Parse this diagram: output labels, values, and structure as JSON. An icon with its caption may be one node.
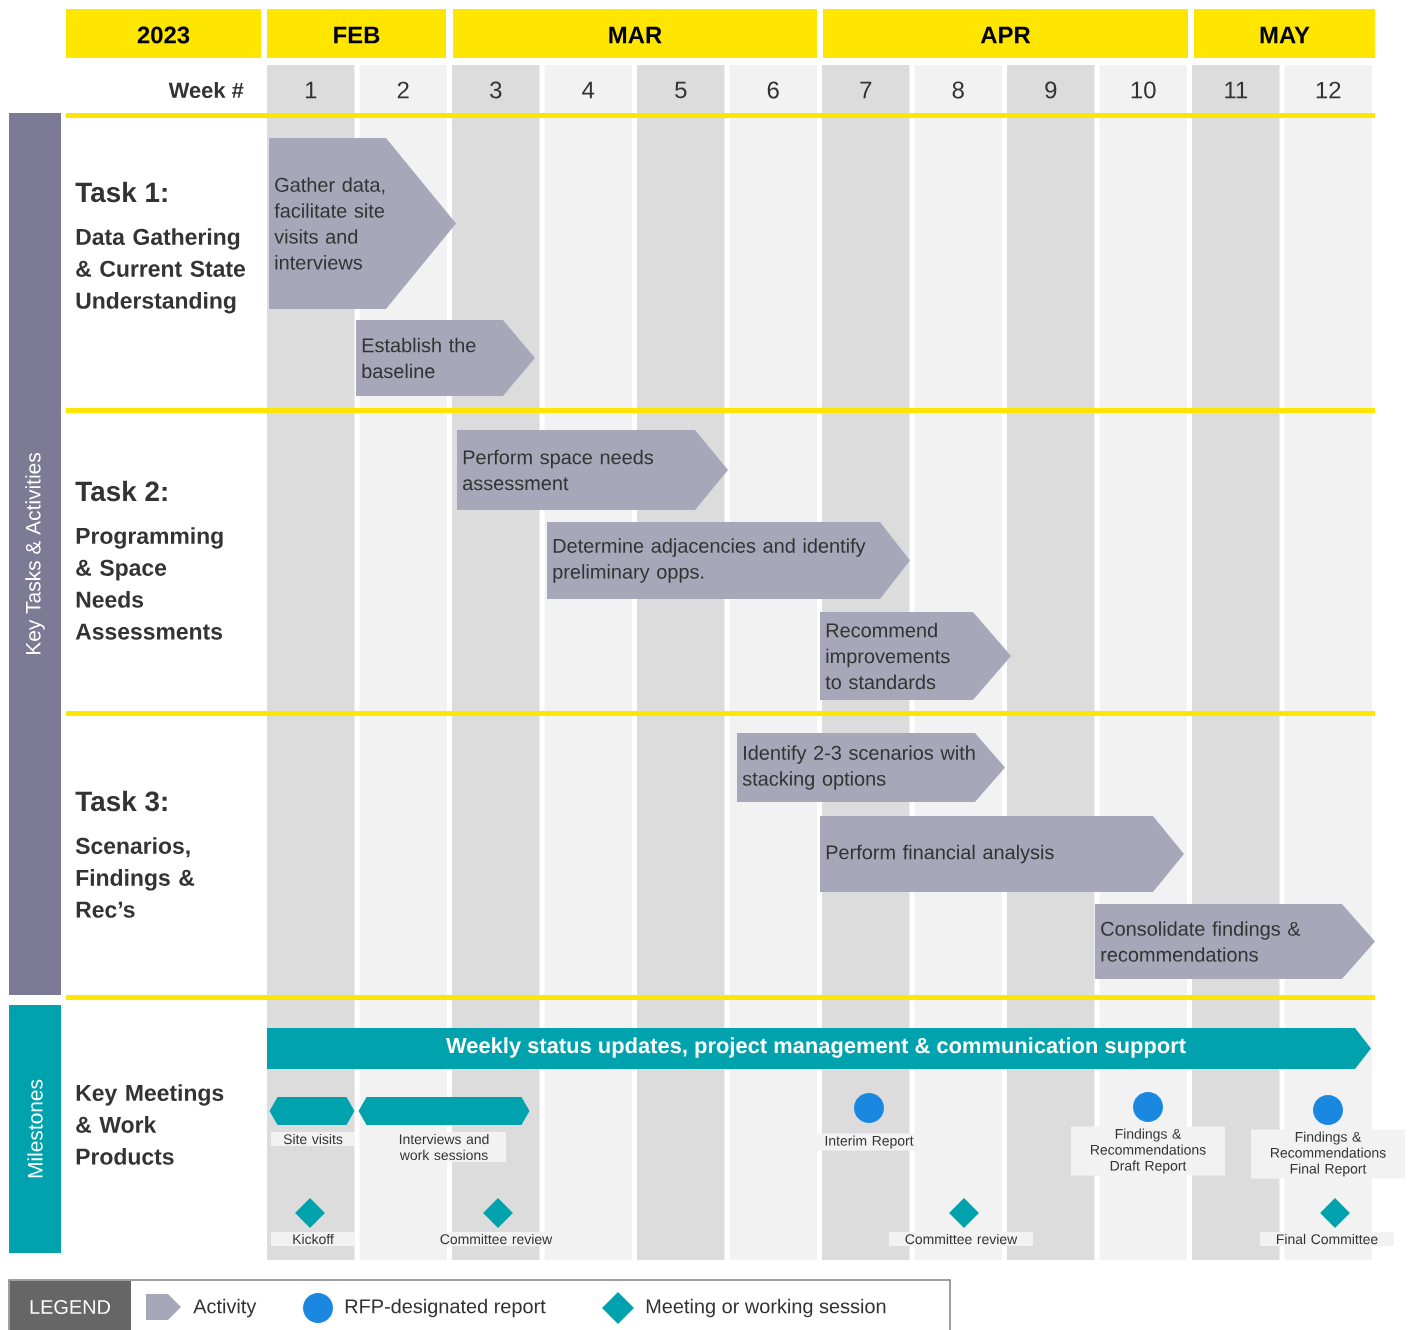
{
  "diagram": {
    "nodes": [
      {
        "text": [
          "2023"
        ]
      },
      {
        "text": [
          "FEB"
        ]
      },
      {
        "text": [
          "MAR"
        ]
      },
      {
        "text": [
          "APR"
        ]
      },
      {
        "text": [
          "MAY"
        ]
      },
      {
        "text": [
          "Key Tasks & Activities"
        ]
      },
      {
        "text": [
          "Milestones"
        ]
      },
      {
        "text": [
          "Gather data, facilitate site visits and interviews"
        ]
      },
      {
        "text": [
          "Establish the baseline"
        ]
      },
      {
        "text": [
          "Perform space needs assessment"
        ]
      },
      {
        "text": [
          "Determine adjacencies and identify preliminary opps."
        ]
      },
      {
        "text": [
          "Recommend improvements to standards"
        ]
      },
      {
        "text": [
          "Identify 2-3 scenarios with stacking options"
        ]
      },
      {
        "text": [
          "Perform financial analysis"
        ]
      },
      {
        "text": [
          "Consolidate findings & recommendations"
        ]
      },
      {
        "text": [
          "Weekly status updates, project management & communication support"
        ]
      },
      {
        "text": [],
        "shape": "hexagon",
        "beside": [
          "Site visits"
        ]
      },
      {
        "text": [],
        "shape": "hexagon",
        "beside": [
          "Interviews and work sessions"
        ]
      },
      {
        "text": [],
        "shape": "circle",
        "beside": [
          "Interim Report"
        ]
      },
      {
        "text": [],
        "shape": "circle",
        "beside": [
          "Findings & Recommendations Draft Report"
        ]
      },
      {
        "text": [],
        "shape": "circle",
        "beside": [
          "Findings & Recommendations Final Report"
        ]
      },
      {
        "text": [],
        "shape": "diamond",
        "beside": [
          "Kickoff"
        ]
      },
      {
        "text": [],
        "shape": "diamond",
        "beside": [
          "Committee review"
        ]
      },
      {
        "text": [],
        "shape": "diamond",
        "beside": [
          "Committee review"
        ]
      },
      {
        "text": [],
        "shape": "diamond",
        "beside": [
          "Final Committee"
        ]
      }
    ],
    "labels": [
      "Week #",
      "1",
      "2",
      "3",
      "4",
      "5",
      "6",
      "7",
      "8",
      "9",
      "10",
      "11",
      "12",
      "Task 1:",
      "Data Gathering & Current State Understanding",
      "Task 2:",
      "Programming & Space Needs Assessments",
      "Task 3:",
      "Scenarios, Findings & Rec’s",
      "Key Meetings & Work Products",
      "LEGEND"
    ],
    "legend": [
      {
        "text": "Activity"
      },
      {
        "text": "RFP-designated report"
      },
      {
        "text": "Meeting or working session"
      }
    ]
  }
}
